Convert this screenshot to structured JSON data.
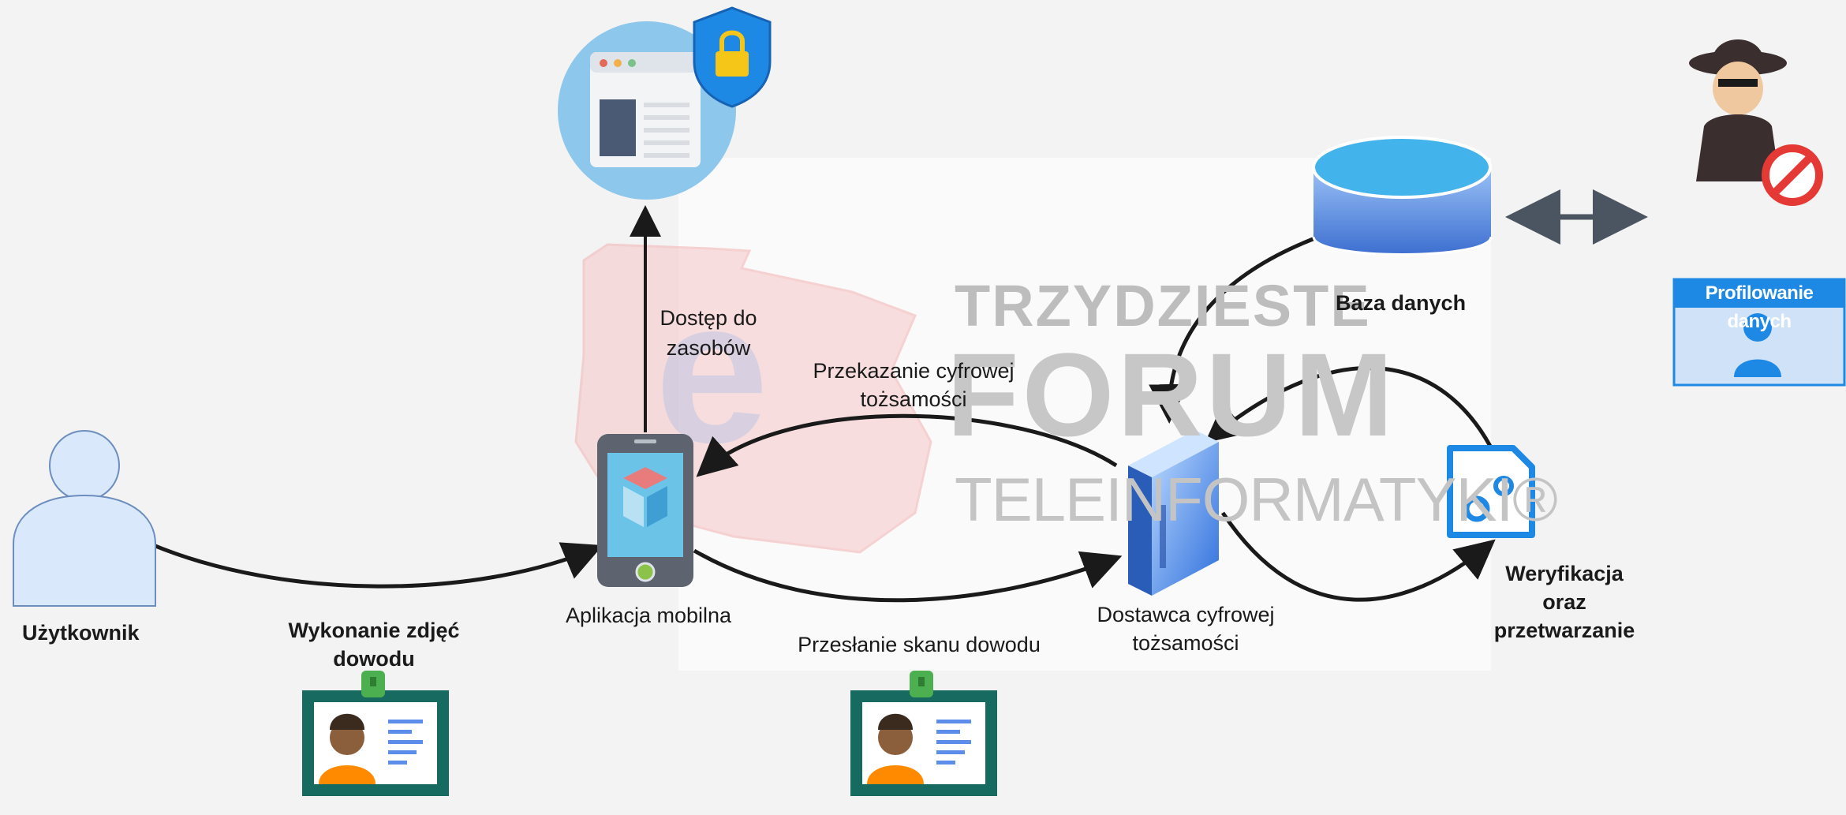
{
  "watermark": {
    "line1": "TRZYDZIESTE",
    "line2": "FORUM",
    "line3": "TELEINFORMATYKI®",
    "logo_letter": "e"
  },
  "nodes": {
    "user": {
      "label": "Użytkownik",
      "icon": "person-icon"
    },
    "mobile_app": {
      "label": "Aplikacja mobilna",
      "icon": "smartphone-icon"
    },
    "resources": {
      "icon": "secure-browser-icon"
    },
    "provider": {
      "label_line1": "Dostawca cyfrowej",
      "label_line2": "tożsamości",
      "icon": "server-icon"
    },
    "database": {
      "label": "Baza danych",
      "icon": "database-icon"
    },
    "verification": {
      "label_line1": "Weryfikacja",
      "label_line2": "oraz",
      "label_line3": "przetwarzanie",
      "icon": "settings-document-icon"
    },
    "hacker": {
      "icon": "hacker-icon",
      "badge": "prohibited-icon"
    },
    "profiling": {
      "title": "Profilowanie danych",
      "icon": "profile-icon"
    }
  },
  "edges": {
    "user_to_app": {
      "label_line1": "Wykonanie zdjęć",
      "label_line2": "dowodu",
      "icon": "id-card-icon"
    },
    "app_to_resources": {
      "label_line1": "Dostęp do",
      "label_line2": "zasobów"
    },
    "provider_to_app": {
      "label_line1": "Przekazanie cyfrowej",
      "label_line2": "tożsamości"
    },
    "app_to_provider": {
      "label": "Przesłanie skanu dowodu",
      "icon": "id-card-icon"
    },
    "database_to_hacker": {
      "style": "double-arrow"
    }
  },
  "colors": {
    "background": "#f3f3f3",
    "arrow": "#1a1a1a",
    "person_fill": "#dae8fc",
    "person_stroke": "#6c8ebf",
    "db_top": "#43b3ec",
    "db_body": "#4a7bd8",
    "server": "#3f7fe0",
    "accent_blue": "#1e88e5",
    "id_card_frame": "#176a60",
    "id_clip": "#4caf50",
    "face_skin": "#8b5e3c",
    "shirt": "#ff8a00",
    "prohibited": "#e53935"
  }
}
